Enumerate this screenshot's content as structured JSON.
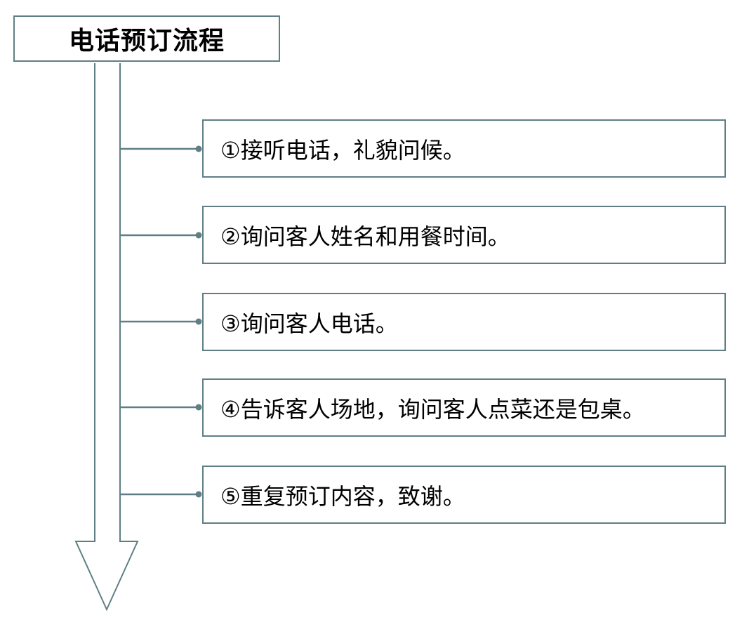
{
  "title": "电话预订流程",
  "steps": [
    "①接听电话，礼貌问候。",
    "②询问客人姓名和用餐时间。",
    "③询问客人电话。",
    "④告诉客人场地，询问客人点菜还是包桌。",
    "⑤重复预订内容，致谢。"
  ],
  "colors": {
    "line": "#5f7f84",
    "dot": "#5f7f84",
    "text": "#000000"
  }
}
